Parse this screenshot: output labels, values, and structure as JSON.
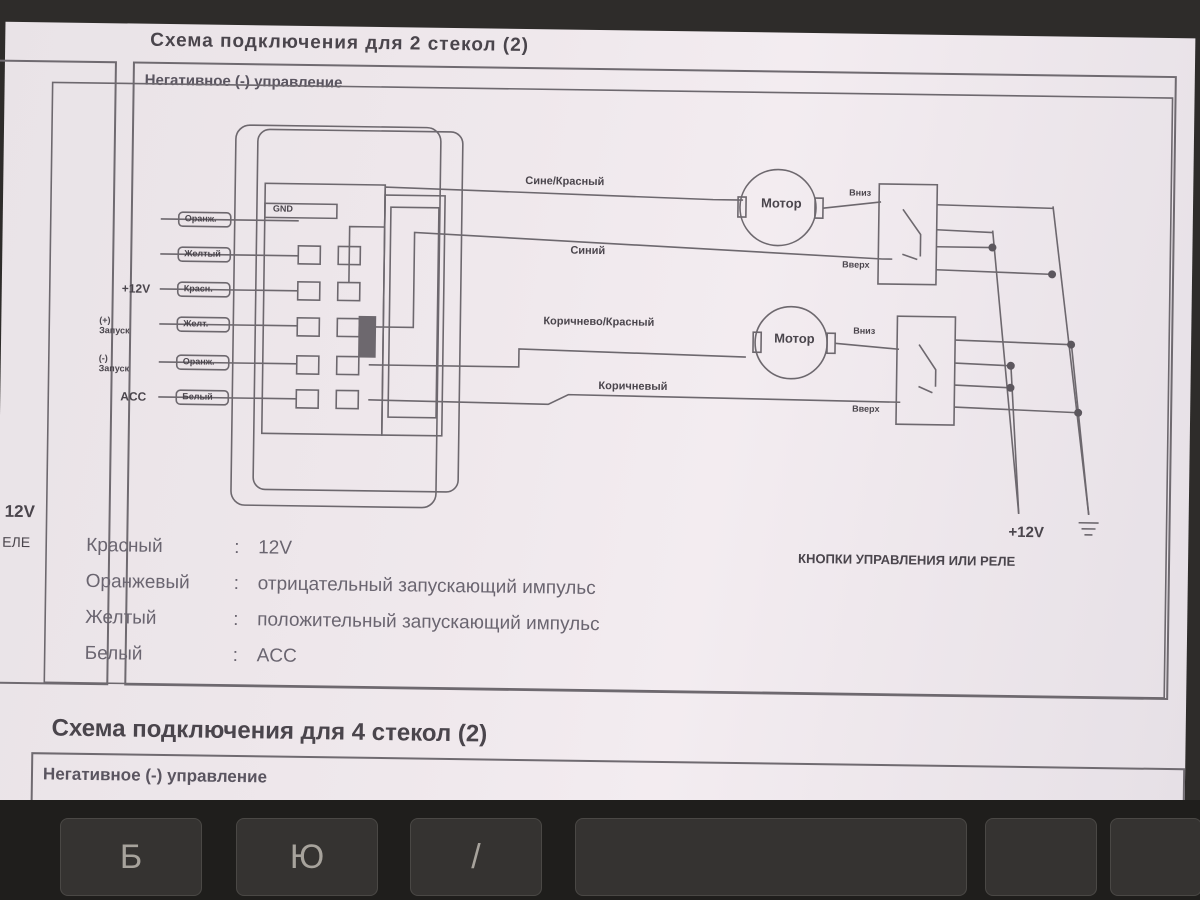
{
  "section1": {
    "title": "Схема подключения для 2 стекол (2)",
    "mode": "Негативное (-) управление"
  },
  "module": {
    "rows": [
      {
        "label": "",
        "wire": "Оранж.",
        "name": "row-1"
      },
      {
        "label": "",
        "wire": "Желтый",
        "name": "row-2"
      },
      {
        "label": "+12V",
        "wire": "Красн.",
        "name": "row-12v"
      },
      {
        "label": "(+) Запуск",
        "wire": "Желт.",
        "name": "row-plus"
      },
      {
        "label": "(-) Запуск",
        "wire": "Оранж.",
        "name": "row-minus"
      },
      {
        "label": "ACC",
        "wire": "Белый",
        "name": "row-acc"
      }
    ],
    "top_box_label": "GND"
  },
  "wires": {
    "w1": "Сине/Красный",
    "w2": "Синий",
    "w3": "Коричнево/Красный",
    "w4": "Коричневый"
  },
  "motor_label": "Мотор",
  "switch": {
    "down": "Вниз",
    "up": "Вверх"
  },
  "power": {
    "plus12": "+12V",
    "left_plus12": "12V",
    "left_cut": "ЕЛЕ"
  },
  "controls_caption": "КНОПКИ УПРАВЛЕНИЯ ИЛИ РЕЛЕ",
  "legend": [
    {
      "color": "Красный",
      "desc": "12V"
    },
    {
      "color": "Оранжевый",
      "desc": "отрицательный запускающий импульс"
    },
    {
      "color": "Желтый",
      "desc": "положительный запускающий импульс"
    },
    {
      "color": "Белый",
      "desc": "ACC"
    }
  ],
  "section2": {
    "title": "Схема подключения для 4 стекол (2)",
    "mode": "Негативное (-) управление"
  },
  "keyboard": {
    "keys": [
      "Б",
      "Ю",
      "/"
    ]
  }
}
